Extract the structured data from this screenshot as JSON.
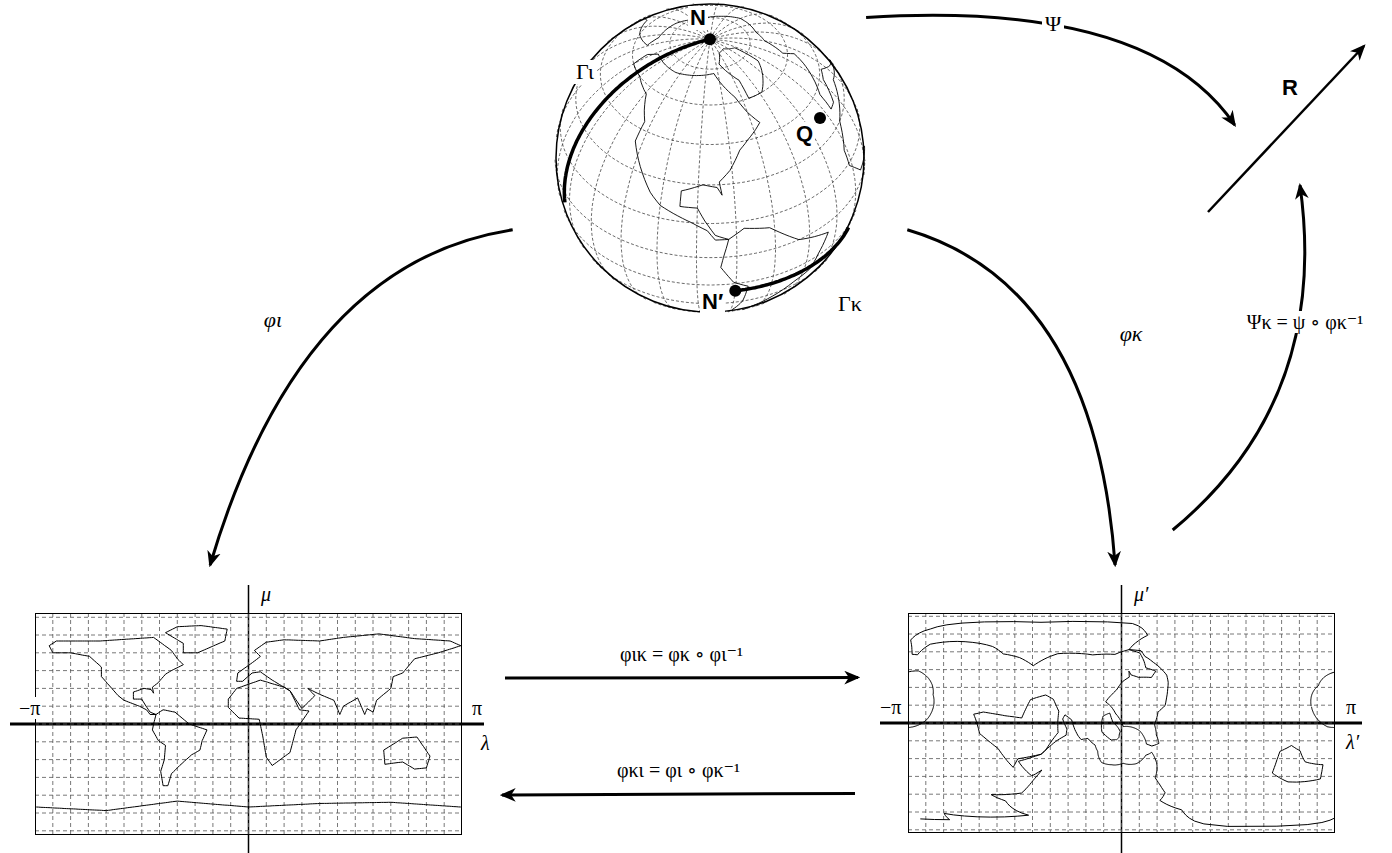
{
  "diagram": {
    "nodes": [
      {
        "text": [
          "N",
          "Γι",
          "Q",
          "N′",
          "Γκ"
        ]
      },
      {
        "text": [
          "R"
        ]
      },
      {
        "text": [
          "μ",
          "−π",
          "π",
          "λ"
        ]
      },
      {
        "text": [
          "μ′",
          "−π",
          "π",
          "λ′"
        ]
      }
    ],
    "edges": [
      {
        "from": 0,
        "to": 2,
        "arrow": "to",
        "label": "φι"
      },
      {
        "from": 0,
        "to": 3,
        "arrow": "to",
        "label": "φκ"
      },
      {
        "from": 0,
        "to": 1,
        "arrow": "to",
        "label": "Ψ"
      },
      {
        "from": 3,
        "to": 1,
        "arrow": "to",
        "label": "Ψκ = ψ ∘ φκ⁻¹"
      },
      {
        "from": 2,
        "to": 3,
        "arrow": "to",
        "label": "φικ = φκ ∘ φι⁻¹"
      },
      {
        "from": 3,
        "to": 2,
        "arrow": "to",
        "label": "φκι = φι ∘ φκ⁻¹"
      }
    ]
  }
}
